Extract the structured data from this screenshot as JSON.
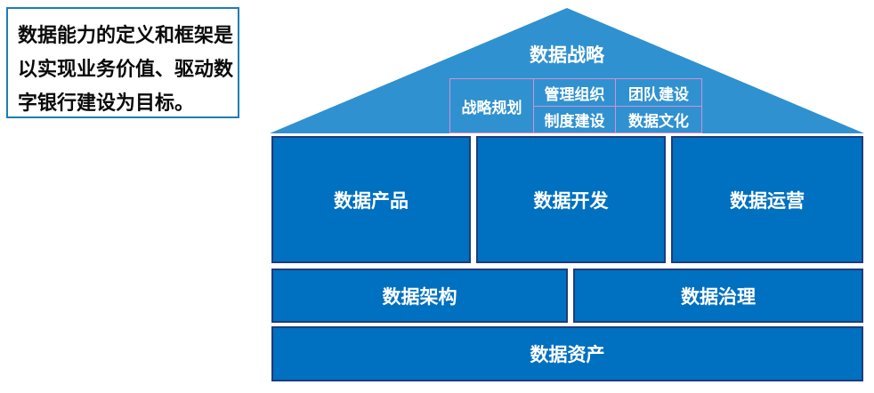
{
  "annotation": {
    "lines": [
      "数据能力的定义和框架是",
      "以实现业务价值、驱动数",
      "字银行建设为目标。"
    ]
  },
  "roof": {
    "title": "数据战略",
    "cells": {
      "strategic_planning": "战略规划",
      "management_org": "管理组织",
      "team_building": "团队建设",
      "system_building": "制度建设",
      "data_culture": "数据文化"
    }
  },
  "layers": {
    "row1": [
      "数据产品",
      "数据开发",
      "数据运营"
    ],
    "row2": [
      "数据架构",
      "数据治理"
    ],
    "row3": [
      "数据资产"
    ]
  },
  "colors": {
    "roof_fill": "#3091D0",
    "box_fill": "#0070C0",
    "box_border": "#1E3C7B",
    "cell_border": "#D48FD4",
    "annotation_border": "#1D7DB5"
  }
}
